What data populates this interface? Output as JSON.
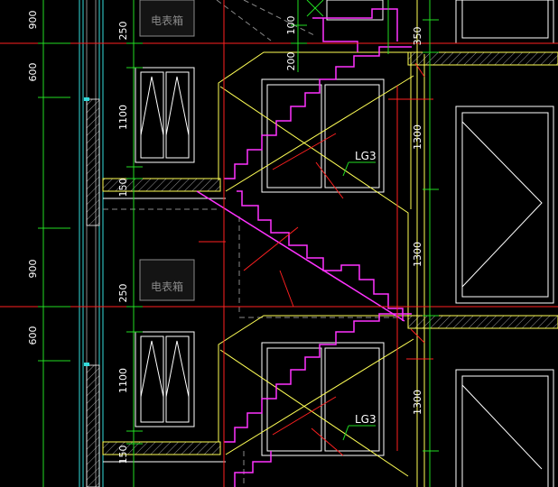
{
  "colors": {
    "background": "#000000",
    "red": "#ff2020",
    "white": "#ffffff",
    "yellow": "#ffff55",
    "green": "#22dd22",
    "magenta": "#ff33ff",
    "cyan": "#33dddd",
    "grey": "#8a8a8a",
    "hatch": "#c8c8c8"
  },
  "dimensions_left": [
    "900",
    "600",
    "900",
    "600"
  ],
  "dimensions_mid": [
    "250",
    "1100",
    "150",
    "250",
    "1100",
    "150"
  ],
  "dimensions_top": [
    "100",
    "200"
  ],
  "dimensions_right": [
    "350",
    "1300",
    "1300",
    "1300"
  ],
  "labels": {
    "meter_box": "电表箱",
    "lg": "LG3"
  }
}
